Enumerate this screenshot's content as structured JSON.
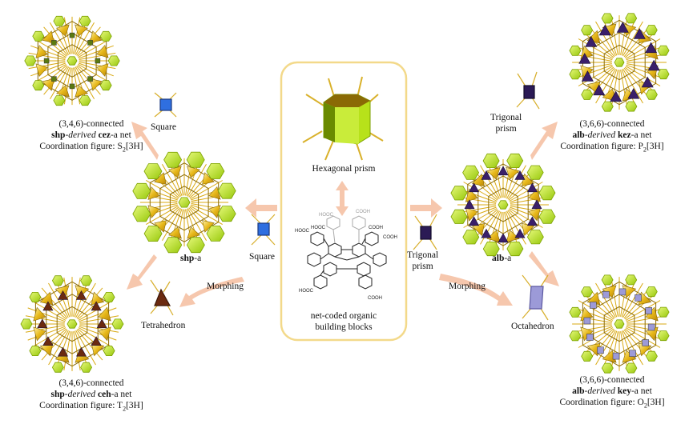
{
  "center": {
    "hexagonal_prism": "Hexagonal prism",
    "obb_line1": "net-coded organic",
    "obb_line2": "building blocks",
    "cooh_label": "COOH",
    "hooc_label": "HOOC"
  },
  "left": {
    "square_top": "Square",
    "square_mid": "Square",
    "tetrahedron": "Tetrahedron",
    "morphing": "Morphing",
    "shp_a_bold": "shp",
    "shp_a_rest": "-a",
    "cez": {
      "line1": "(3,4,6)-connected",
      "bold1": "shp",
      "ital": "-derived ",
      "bold2": "cez",
      "rest": "-a net",
      "coord_prefix": "Coordination figure: S",
      "coord_sub": "2",
      "coord_suffix": "[3H]"
    },
    "ceh": {
      "line1": "(3,4,6)-connected",
      "bold1": "shp",
      "ital": "-derived ",
      "bold2": "ceh",
      "rest": "-a net",
      "coord_prefix": "Coordination figure: T",
      "coord_sub": "2",
      "coord_suffix": "[3H]"
    }
  },
  "right": {
    "trigonal_top_1": "Trigonal",
    "trigonal_top_2": "prism",
    "trigonal_mid_1": "Trigonal",
    "trigonal_mid_2": "prism",
    "octahedron": "Octahedron",
    "morphing": "Morphing",
    "alb_a_bold": "alb",
    "alb_a_rest": "-a",
    "kez": {
      "line1": "(3,6,6)-connected",
      "bold1": "alb",
      "ital": "-derived ",
      "bold2": "kez",
      "rest": "-a net",
      "coord_prefix": "Coordination figure: P",
      "coord_sub": "2",
      "coord_suffix": "[3H]"
    },
    "key": {
      "line1": "(3,6,6)-connected",
      "bold1": "alb",
      "ital": "-derived ",
      "bold2": "key",
      "rest": "-a net",
      "coord_prefix": "Coordination figure: O",
      "coord_sub": "2",
      "coord_suffix": "[3H]"
    }
  },
  "colors": {
    "arrow": "#f6c7ad",
    "lime": "#b7e21a",
    "gold": "#e2b412",
    "dark_gold": "#8a6a05",
    "panel_border": "#f3d98a",
    "square_blue": "#2f6fe0",
    "trigonal_purple": "#3a1f6a",
    "octa_lilac": "#9c9ad8",
    "tetra_brown": "#6b2a10"
  }
}
